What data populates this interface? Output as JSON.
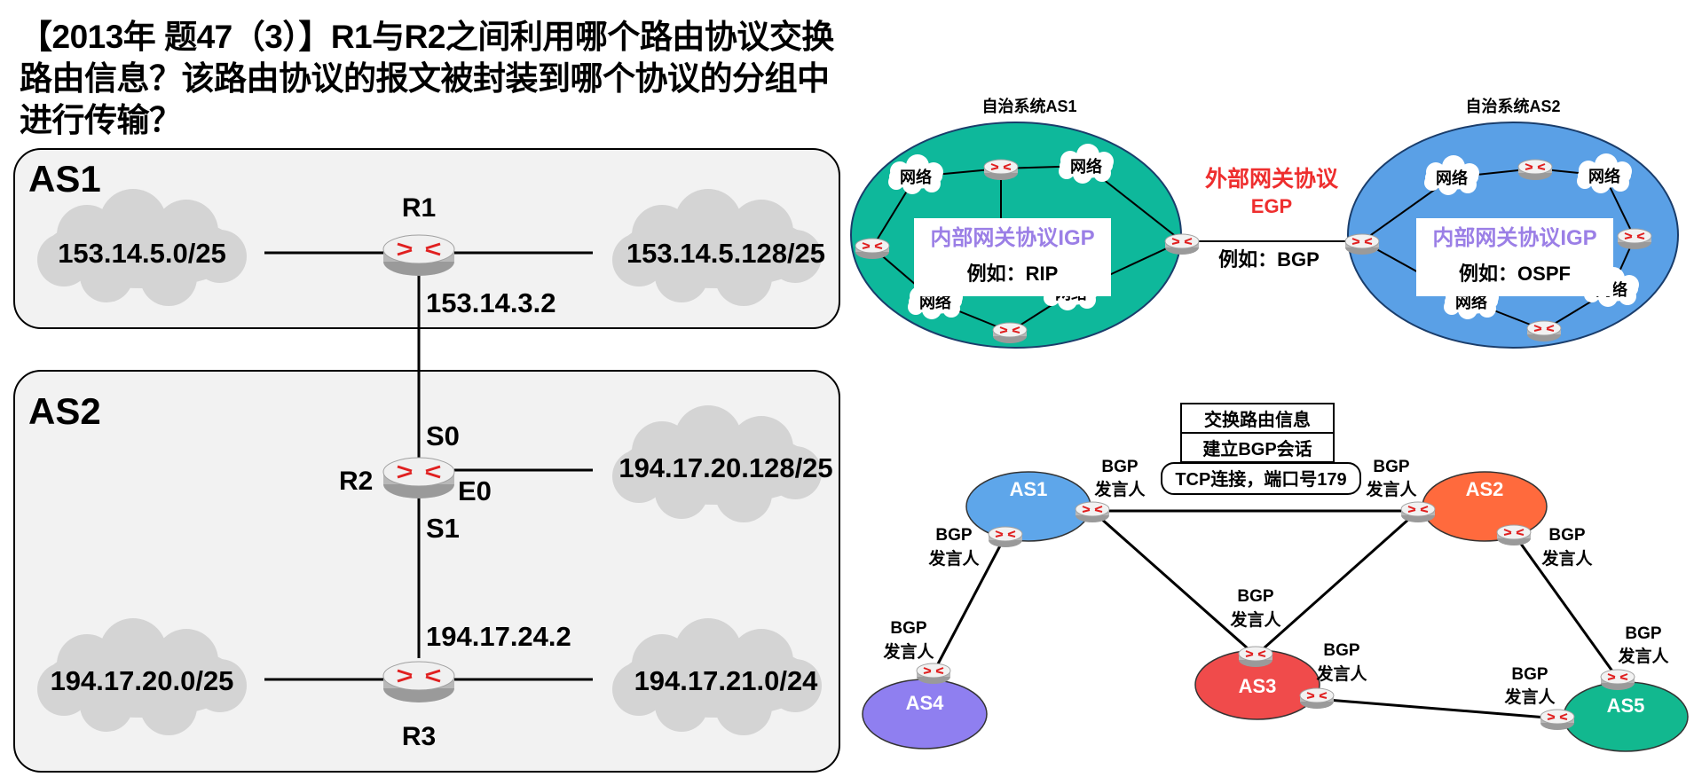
{
  "title": "【2013年 题47（3）】R1与R2之间利用哪个路由协议交换路由信息？该路由协议的报文被封装到哪个协议的分组中进行传输？",
  "left_diagram": {
    "as1_label": "AS1",
    "as2_label": "AS2",
    "routers": {
      "r1": "R1",
      "r2": "R2",
      "r3": "R3"
    },
    "networks": {
      "n1": "153.14.5.0/25",
      "n2": "153.14.5.128/25",
      "n3": "194.17.20.128/25",
      "n4": "194.17.20.0/25",
      "n5": "194.17.21.0/24"
    },
    "addresses": {
      "r1_down": "153.14.3.2",
      "r3_up": "194.17.24.2"
    },
    "interfaces": {
      "s0": "S0",
      "e0": "E0",
      "s1": "S1"
    }
  },
  "top_right": {
    "as1_title": "自治系统AS1",
    "as2_title": "自治系统AS2",
    "network_word": "网络",
    "igp_label": "内部网关协议IGP",
    "as1_example": "例如：RIP",
    "as2_example": "例如：OSPF",
    "egp_label": "外部网关协议",
    "egp_abbr": "EGP",
    "egp_example": "例如：BGP",
    "colors": {
      "as1": "#0eb89b",
      "as2": "#5aa0e6",
      "egp": "#ee2e2e",
      "igp": "#9b7fe6"
    }
  },
  "bottom_right": {
    "stack": [
      "交换路由信息",
      "建立BGP会话",
      "TCP连接，端口号179"
    ],
    "speaker_bgp": "BGP",
    "speaker_word": "发言人",
    "as_names": {
      "as1": "AS1",
      "as2": "AS2",
      "as3": "AS3",
      "as4": "AS4",
      "as5": "AS5"
    },
    "colors": {
      "as1": "#5ea6ea",
      "as2": "#ff6a3d",
      "as3": "#f04b4b",
      "as4": "#8f7ff0",
      "as5": "#12b88f"
    }
  }
}
